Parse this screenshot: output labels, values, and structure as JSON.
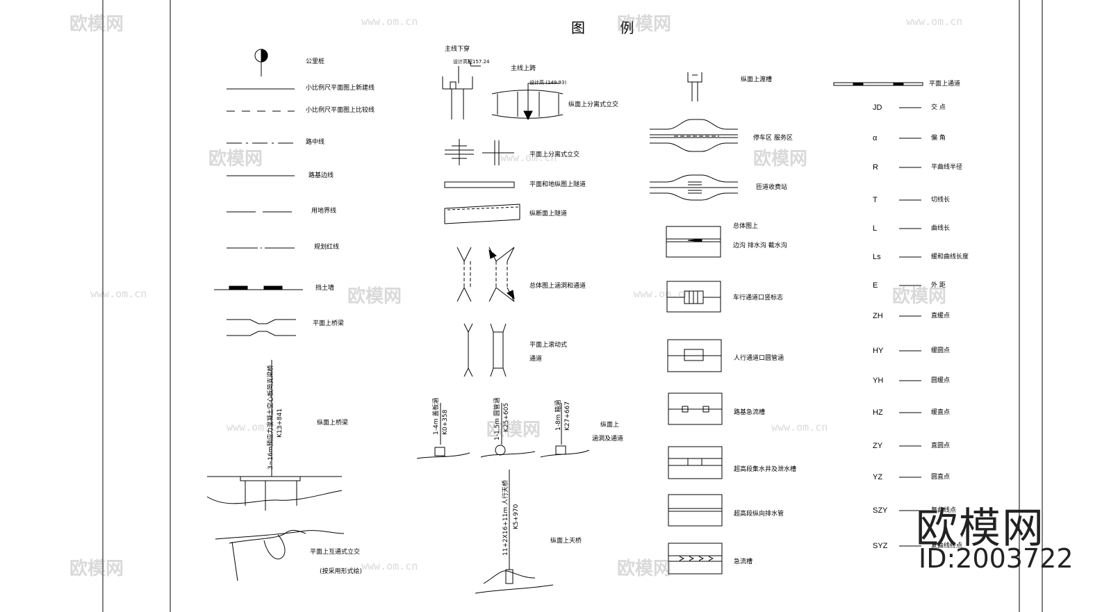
{
  "title": "图 例",
  "col1": {
    "items": [
      "公里桩",
      "小比例尺平面图上新建线",
      "小比例尺平面图上比较线",
      "路中线",
      "路基边线",
      "用地界线",
      "规划红线",
      "挡土墙",
      "平面上桥梁",
      "纵面上桥梁",
      "平面上互通式立交",
      "(按采用形式绘)"
    ],
    "bridge_label": "3~16m预应力混凝土空心板简支梁桥",
    "bridge_station": "K13+841"
  },
  "col2": {
    "items": [
      "主线下穿",
      "主线上跨",
      "纵面上分离式立交",
      "平面上分离式立交",
      "平面和地纵图上隧道",
      "纵断面上隧道",
      "总体图上涵洞和通道",
      "平面上滚动式",
      "通道",
      "纵面上",
      "涵洞及通道",
      "纵面上天桥"
    ],
    "elev_left": "设计高程157.24",
    "elev_right": "设计高 (149.93)",
    "culvert1": "1-4m 盖板涵",
    "culvert1_station": "K0+358",
    "culvert2": "1-1.5m 圆管涵",
    "culvert2_station": "K25+605",
    "culvert3": "1-8m 箱涵",
    "culvert3_station": "K27+667",
    "overpass": "11+2X16+11m 人行天桥",
    "overpass_station": "K5+970"
  },
  "col3": {
    "items": [
      "纵面上渡槽",
      "停车区  服务区",
      "匝道收费站",
      "总体图上",
      "边沟  排水沟  截水沟",
      "车行通道口竖标志",
      "人行通道口圆管涵",
      "路基急流槽",
      "超高段集水井及泄水槽",
      "超高段纵向排水管",
      "急流槽"
    ]
  },
  "col4": {
    "top_item": "平面上通道",
    "rows": [
      {
        "abbr": "JD",
        "desc": "交  点"
      },
      {
        "abbr": "α",
        "desc": "偏  角"
      },
      {
        "abbr": "R",
        "desc": "平曲线半径"
      },
      {
        "abbr": "T",
        "desc": "切线长"
      },
      {
        "abbr": "L",
        "desc": "曲线长"
      },
      {
        "abbr": "Ls",
        "desc": "缓和曲线长度"
      },
      {
        "abbr": "E",
        "desc": "外  距"
      },
      {
        "abbr": "ZH",
        "desc": "直缓点"
      },
      {
        "abbr": "HY",
        "desc": "缓圆点"
      },
      {
        "abbr": "YH",
        "desc": "圆缓点"
      },
      {
        "abbr": "HZ",
        "desc": "缓直点"
      },
      {
        "abbr": "ZY",
        "desc": "直圆点"
      },
      {
        "abbr": "YZ",
        "desc": "圆直点"
      },
      {
        "abbr": "SZY",
        "desc": "复曲线点"
      },
      {
        "abbr": "SYZ",
        "desc": "复曲线终点"
      }
    ]
  },
  "watermark": {
    "logo_text": "欧模网",
    "url": "www.om.cn",
    "brand": "欧模网",
    "id": "ID:2003722"
  },
  "colors": {
    "line": "#000000",
    "watermark": "#9a9a9a"
  }
}
